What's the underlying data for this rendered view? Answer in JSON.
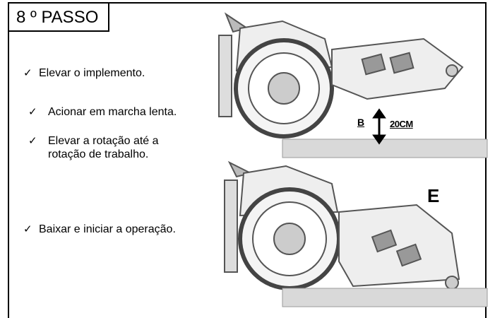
{
  "title": "8 º PASSO",
  "steps": [
    {
      "check": "✓",
      "text": "Elevar o implemento."
    },
    {
      "check": "✓",
      "text": "Acionar em marcha lenta."
    },
    {
      "check": "✓",
      "text": "Elevar a rotação até a\nrotação de trabalho."
    },
    {
      "check": "✓",
      "text": "Baixar e iniciar a operação."
    }
  ],
  "figure": {
    "label_b": "B",
    "label_height": "20CM",
    "label_e": "E"
  },
  "colors": {
    "line": "#000000",
    "ground": "#d9d9d9",
    "ground_border": "#9a9a9a",
    "drawing": "#555555"
  }
}
